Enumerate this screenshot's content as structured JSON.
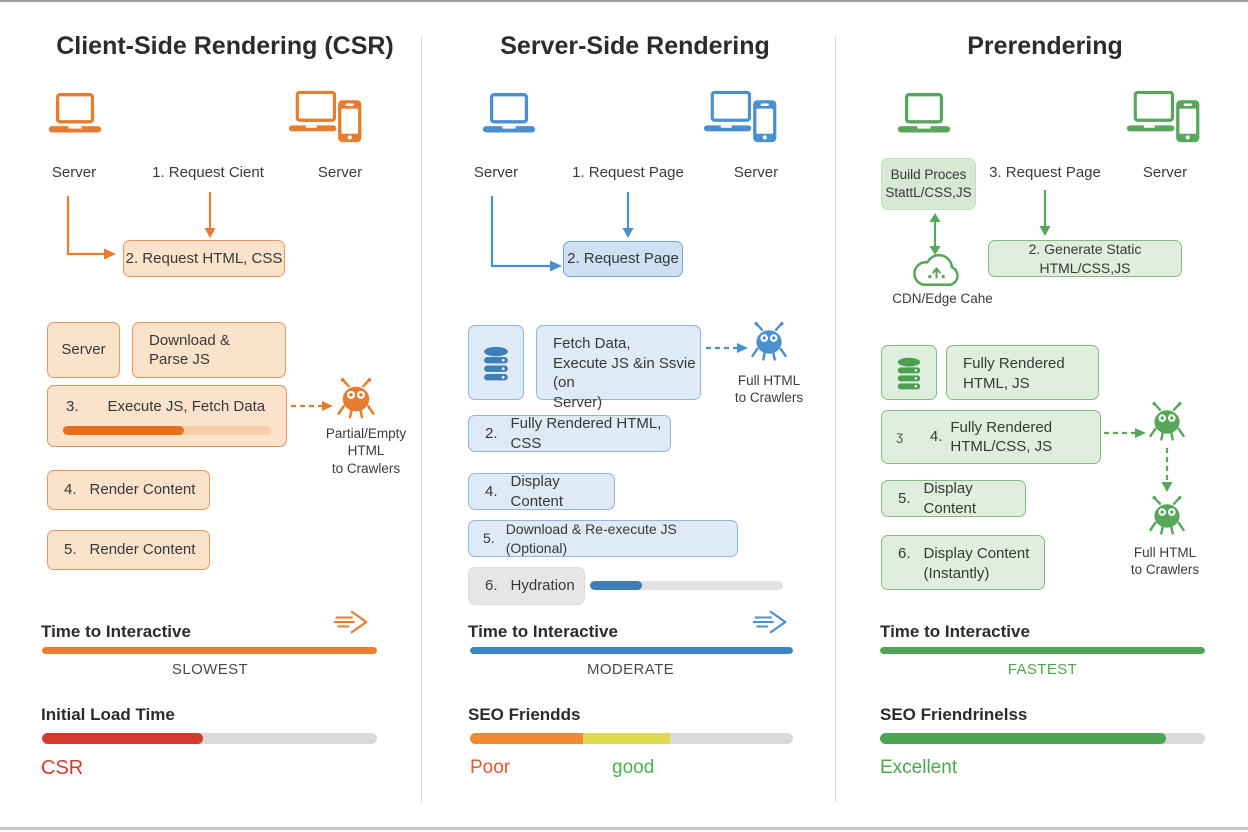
{
  "colors": {
    "orange": "#e87c2e",
    "blue": "#4a90d0",
    "green": "#57a65a",
    "red": "#d13c2e",
    "yellow": "#dfd94f",
    "gray_track": "#d9d9d9"
  },
  "csr": {
    "title": "Client-Side Rendering (CSR)",
    "server_left": "Server",
    "request_label": "1. Request Cient",
    "server_right": "Server",
    "box_request": "2. Request HTML, CSS",
    "box_server": "Server",
    "box_download": "Download &\nParse JS",
    "box_execute": {
      "num": "3.",
      "label": "Execute JS, Fetch Data",
      "progress_pct": 58
    },
    "crawler_note": "Partial/Empty HTML\nto Crawlers",
    "box_render1": {
      "num": "4.",
      "label": "Render Content"
    },
    "box_render2": {
      "num": "5.",
      "label": "Render Content"
    },
    "tti": {
      "label": "Time to Interactive",
      "value": "SLOWEST",
      "pct": 100
    },
    "load": {
      "label": "Initial Load Time",
      "value": "CSR",
      "pct": 48
    }
  },
  "ssr": {
    "title": "Server-Side Rendering",
    "server_left": "Server",
    "request_label": "1. Request Page",
    "server_right": "Server",
    "box_request": "2. Request Page",
    "box_fetch": "Fetch Data,\nExecute JS &in Ssvie (on\nServer)",
    "crawler_note": "Full HTML\nto Crawlers",
    "box_rendered": {
      "num": "2.",
      "label": "Fully Rendered HTML, CSS"
    },
    "box_display": {
      "num": "4.",
      "label": "Display Content"
    },
    "box_download": {
      "num": "5.",
      "label": "Download & Re-execute JS (Optional)"
    },
    "box_hydration": {
      "num": "6.",
      "label": "Hydration",
      "progress_pct": 27
    },
    "tti": {
      "label": "Time to Interactive",
      "value": "MODERATE",
      "pct": 100
    },
    "seo": {
      "label": "SEO Friendds",
      "poor": "Poor",
      "good": "good",
      "poor_pct": 35,
      "good_pct": 27
    }
  },
  "pre": {
    "title": "Prerendering",
    "box_build": "Build Proces\nStattL/CSS,JS",
    "request_label": "3. Request Page",
    "server_right": "Server",
    "cloud_label": "CDN/Edge Cahe",
    "box_generate": "2. Generate Static HTML/CSS,JS",
    "box_rendered_sm": "Fully Rendered\nHTML, JS",
    "box_rendered": {
      "pre": "ʒ",
      "num": "4.",
      "label": "Fully Rendered\nHTML/CSS, JS"
    },
    "box_display1": {
      "num": "5.",
      "label": "Display Content"
    },
    "box_display2": {
      "num": "6.",
      "label": "Display Content\n(Instantly)"
    },
    "crawler_note": "Full HTML\nto Crawlers",
    "tti": {
      "label": "Time to Interactive",
      "value": "FASTEST",
      "pct": 100
    },
    "seo": {
      "label": "SEO Friendrinelss",
      "value": "Excellent",
      "pct": 88
    }
  }
}
